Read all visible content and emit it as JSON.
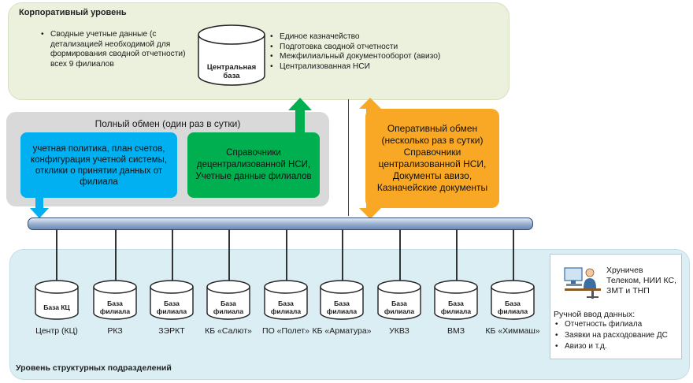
{
  "corporate": {
    "title": "Корпоративный уровень",
    "left_items": [
      "Сводные учетные данные (с детализацией необходимой для формирования сводной отчетности) всех 9 филиалов"
    ],
    "central_db": "Центральная база",
    "right_items": [
      "Единое казначейство",
      "Подготовка сводной отчетности",
      "Межфилиальный документооборот (авизо)",
      "Централизованная НСИ"
    ]
  },
  "full_exchange": {
    "title": "Полный обмен (один раз в сутки)",
    "blue_text": "учетная политика, план счетов, конфигурация учетной системы, отклики о принятии данных от филиала",
    "green_text": "Справочники децентрализованной НСИ, Учетные данные филиалов"
  },
  "operative_exchange": {
    "lines": [
      "Оперативный обмен",
      "(несколько раз в сутки)",
      "Справочники",
      "централизованной НСИ,",
      "Документы авизо,",
      "Казначейские документы"
    ]
  },
  "lower_level": {
    "title": "Уровень структурных подразделений",
    "databases": [
      {
        "label": "База КЦ",
        "caption": "Центр (КЦ)"
      },
      {
        "label": "База филиала",
        "caption": "РКЗ"
      },
      {
        "label": "База филиала",
        "caption": "ЗЭРКТ"
      },
      {
        "label": "База филиала",
        "caption": "КБ «Салют»"
      },
      {
        "label": "База филиала",
        "caption": "ПО «Полет»"
      },
      {
        "label": "База филиала",
        "caption": "КБ «Арматура»"
      },
      {
        "label": "База филиала",
        "caption": "УКВЗ"
      },
      {
        "label": "База филиала",
        "caption": "ВМЗ"
      },
      {
        "label": "База филиала",
        "caption": "КБ «Химмаш»"
      }
    ],
    "manual": {
      "orgs": "Хруничев Телеком, НИИ КС, ЗМТ и ТНП",
      "heading": "Ручной ввод данных:",
      "items": [
        "Отчетность филиала",
        "Заявки на расходование ДС",
        "Авизо и т.д."
      ],
      "icon": "person-at-computer-icon"
    }
  },
  "colors": {
    "blue": "#00b0f0",
    "green": "#00b050",
    "orange": "#f9a825",
    "grey": "#d9d9d9",
    "corporate_bg": "#ebf1dd",
    "lower_bg": "#dbeef4"
  }
}
